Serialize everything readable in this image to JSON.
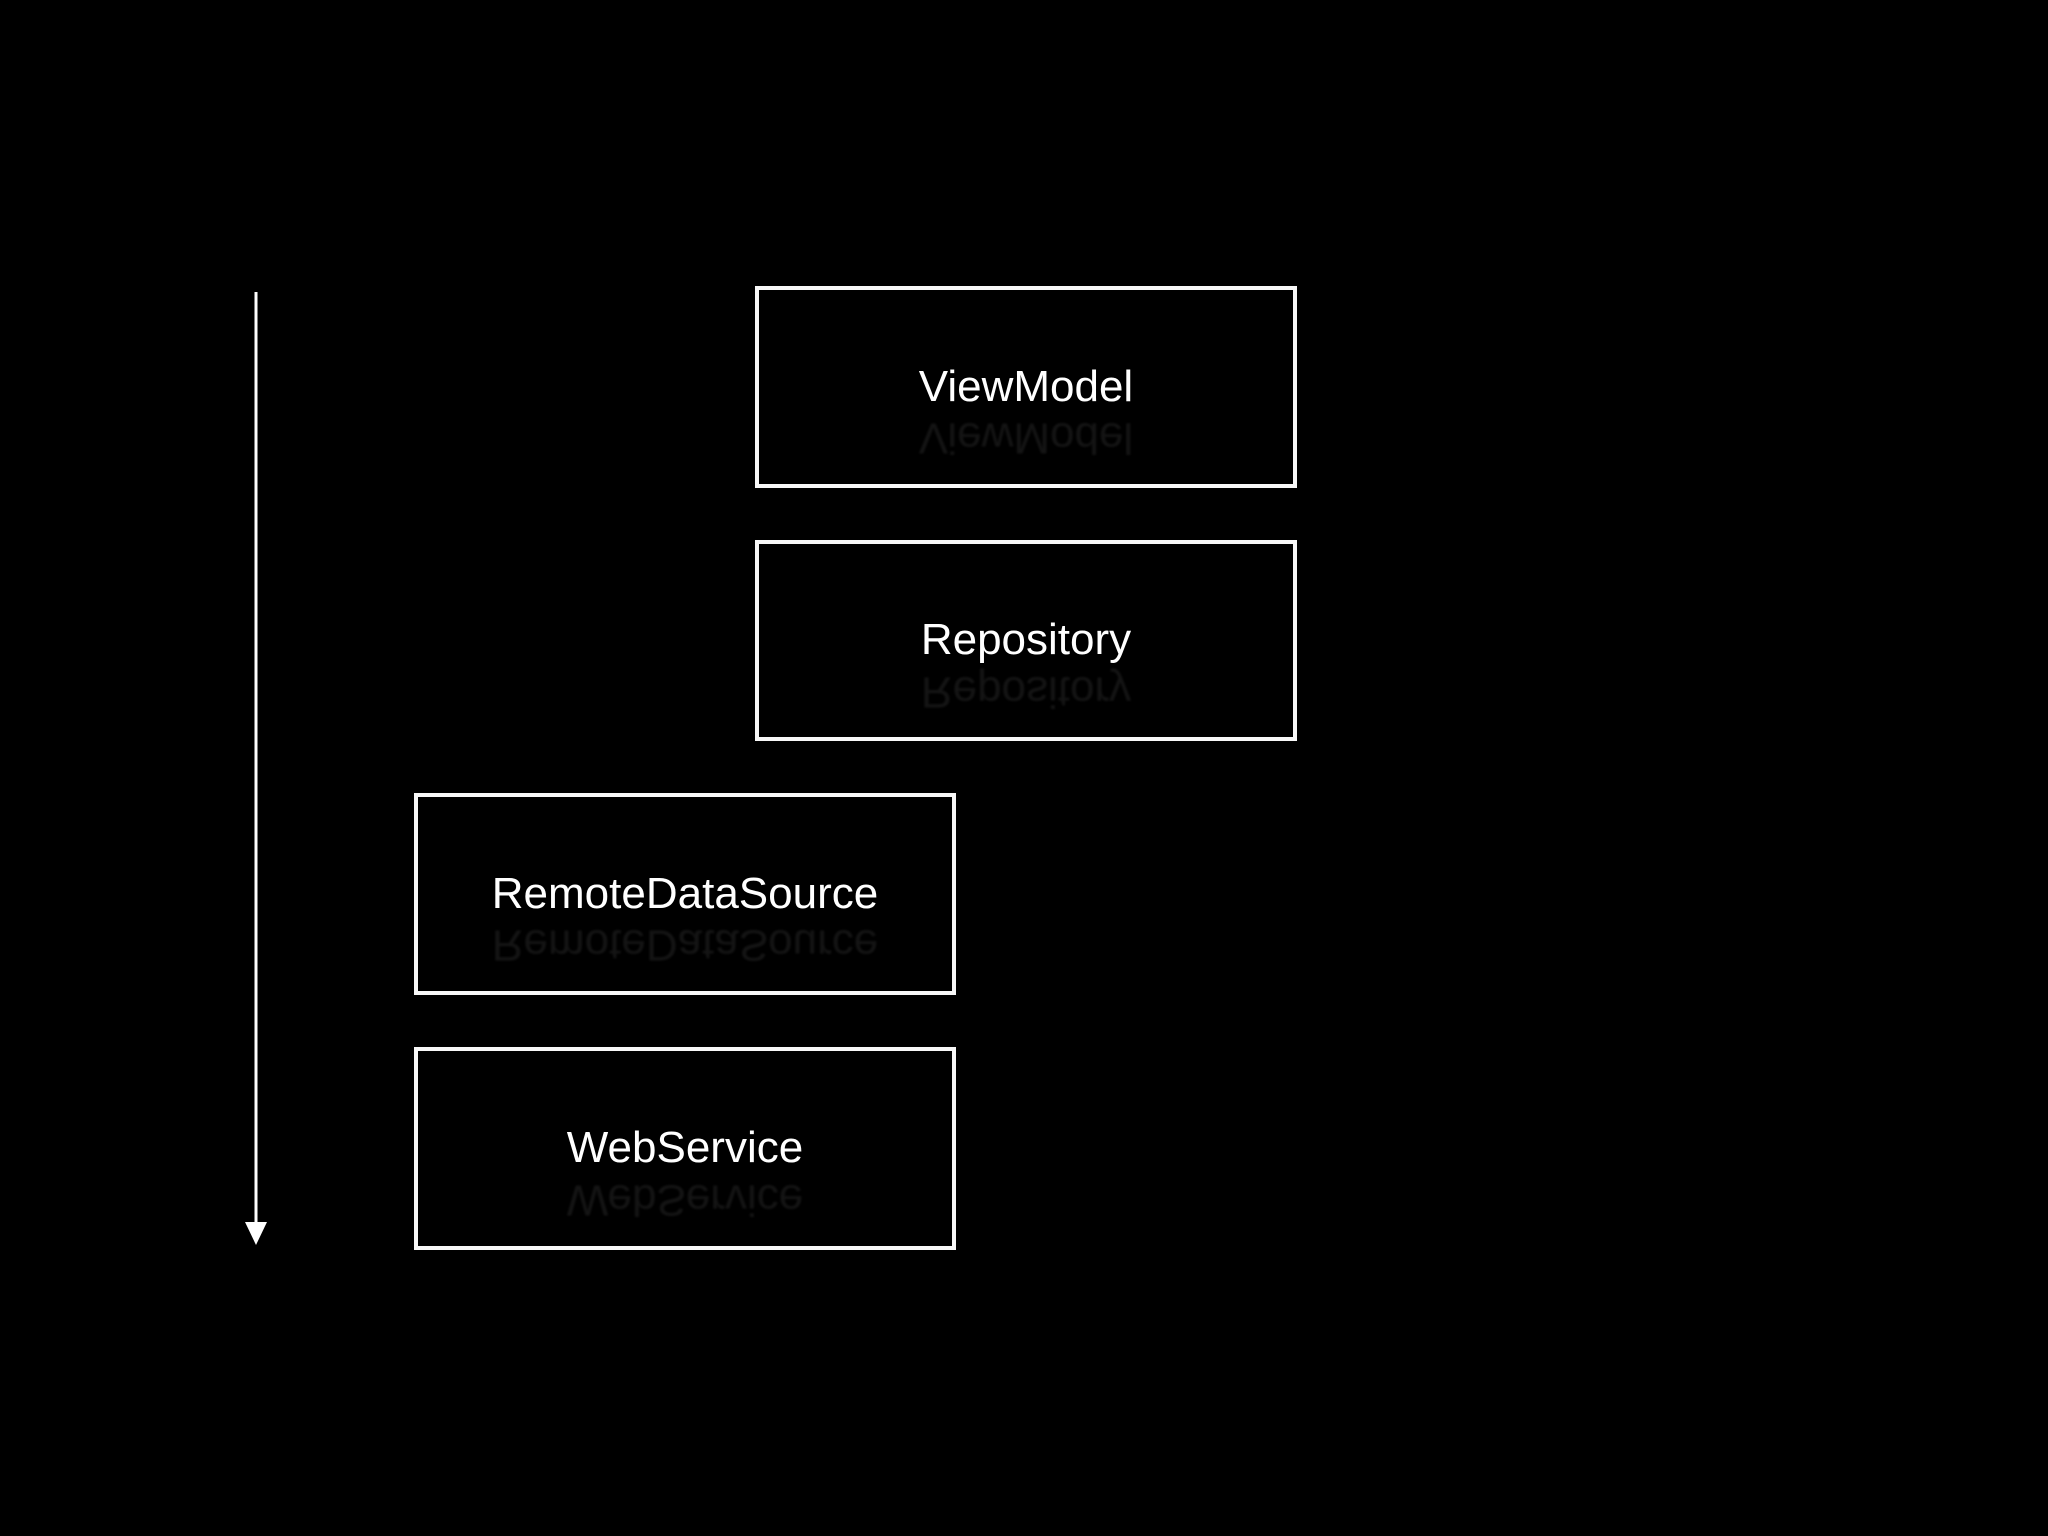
{
  "diagram": {
    "background_color": "#000000",
    "stroke_color": "#ffffff",
    "text_color": "#ffffff",
    "nodes": [
      {
        "label": "ViewModel"
      },
      {
        "label": "Repository"
      },
      {
        "label": "RemoteDataSource"
      },
      {
        "label": "WebService"
      }
    ],
    "arrow": {
      "direction": "down"
    }
  }
}
